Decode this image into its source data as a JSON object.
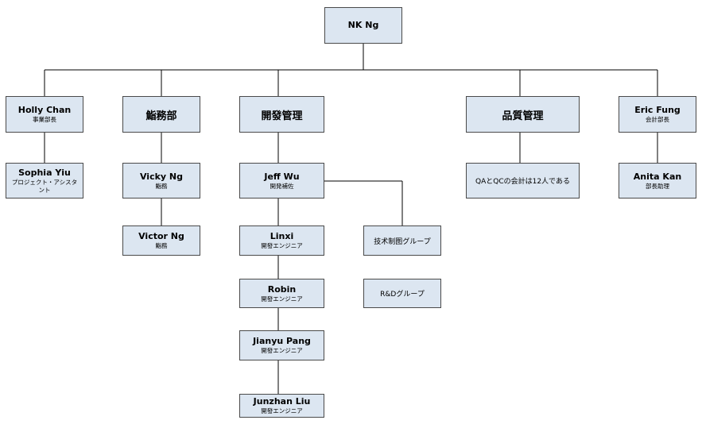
{
  "nodes": {
    "nkng": {
      "name": "NK Ng"
    },
    "holly": {
      "name": "Holly Chan",
      "role": "事業部長"
    },
    "eikyou": {
      "name": "鮨務部"
    },
    "kaihatsu": {
      "name": "開發管理"
    },
    "hinshitsu": {
      "name": "品質管理"
    },
    "eric": {
      "name": "Eric Fung",
      "role": "会計部長"
    },
    "sophia": {
      "name": "Sophia Yiu",
      "role": "プロジェクト・アシスタント"
    },
    "vicky": {
      "name": "Vicky Ng",
      "role": "鮨務"
    },
    "victor": {
      "name": "Victor Ng",
      "role": "鮨務"
    },
    "jeff": {
      "name": "Jeff Wu",
      "role": "開発補佐"
    },
    "linxi": {
      "name": "Linxi",
      "role": "開發エンジニア"
    },
    "robin": {
      "name": "Robin",
      "role": "開發エンジニア"
    },
    "jianyu": {
      "name": "Jianyu Pang",
      "role": "開發エンジニア"
    },
    "junzhan": {
      "name": "Junzhan Liu",
      "role": "開發エンジニア"
    },
    "gijutsu": {
      "name": "技术制图グループ"
    },
    "rnd": {
      "name": "R&Dグループ"
    },
    "qaqc": {
      "name": "QAとQCの会計は12人である"
    },
    "anita": {
      "name": "Anita Kan",
      "role": "部長助理"
    }
  },
  "colors": {
    "box_fill": "#dce6f1",
    "box_border": "#4a4a4a",
    "line": "#000000"
  }
}
